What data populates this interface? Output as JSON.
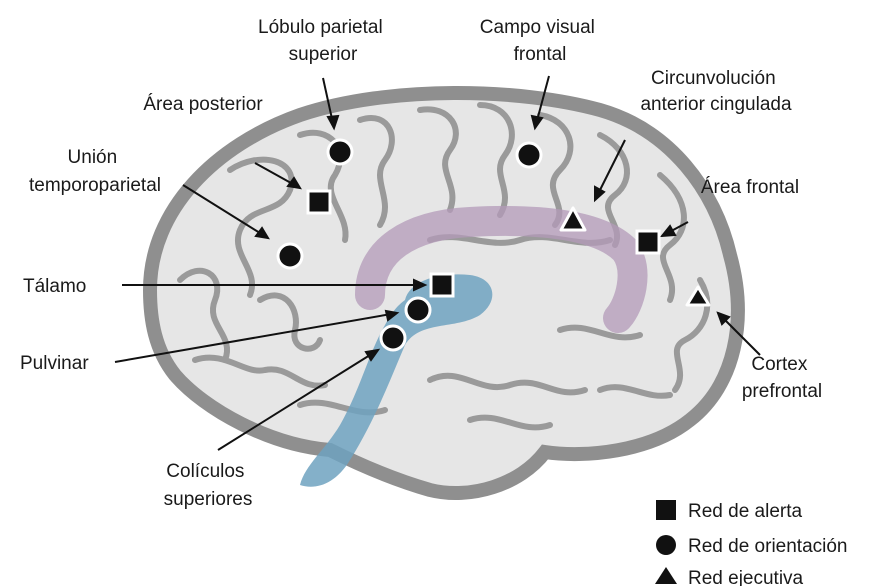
{
  "labels": {
    "lobulo_parietal": [
      "Lóbulo parietal",
      "superior"
    ],
    "campo_visual": [
      "Campo visual",
      "frontal"
    ],
    "circunvolucion": [
      "Circunvolución",
      "anterior cingulada"
    ],
    "area_posterior": [
      "Área posterior"
    ],
    "union": [
      "Unión",
      "temporoparietal"
    ],
    "area_frontal": [
      "Área frontal"
    ],
    "talamo": [
      "Tálamo"
    ],
    "pulvinar": [
      "Pulvinar"
    ],
    "cortex": [
      "Cortex",
      "prefrontal"
    ],
    "coliculos": [
      "Colículos",
      "superiores"
    ]
  },
  "legend": {
    "alerta": "Red de alerta",
    "orientacion": "Red de orientación",
    "ejecutiva": "Red ejecutiva"
  },
  "colors": {
    "brain_fill": "#e6e6e6",
    "brain_outline": "#8f8f8f",
    "cingulate_band": "#b39ab8",
    "blue_path": "#6fa2bf",
    "marker": "#111111"
  }
}
